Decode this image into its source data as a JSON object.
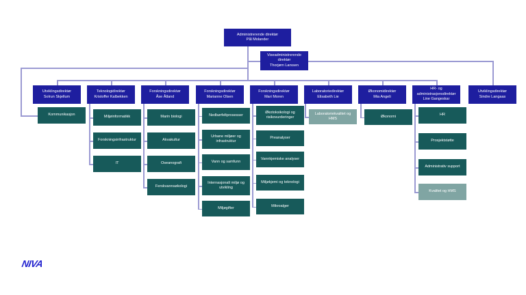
{
  "logo": {
    "text": "NIVA",
    "color": "#2323cf"
  },
  "colors": {
    "node_navy": "#1e1e9f",
    "node_teal": "#175a5a",
    "node_sage": "#80a5a3",
    "connector": "#9a99d2",
    "background": "#ffffff"
  },
  "org": {
    "ceo": {
      "title": "Administrerende direktør",
      "name": "Pål Molander"
    },
    "deputy": {
      "title": "Viseadministrerende direktør",
      "name": "Thorjørn Larssen"
    },
    "directors": [
      {
        "title": "Utviklingsdirektør",
        "name": "Solrun Skjellum"
      },
      {
        "title": "Teknologidirektør",
        "name": "Kristoffer Kalbekken"
      },
      {
        "title": "Forskningsdirektør",
        "name": "Åse Åtland"
      },
      {
        "title": "Forskningsdirektør",
        "name": "Marianne Olsen"
      },
      {
        "title": "Forskningsdirektør",
        "name": "Mari Moren"
      },
      {
        "title": "Laboratoriedirektør",
        "name": "Elisabeth Lie"
      },
      {
        "title": "Økonomidirektør",
        "name": "Mia Angeli"
      },
      {
        "title": "HR- og administrasjonsdirektør",
        "name": "Line Gangeskar"
      },
      {
        "title": "Utviklingsdirektør",
        "name": "Sindre Langaas"
      }
    ],
    "departments": [
      [
        "Kommunikasjon"
      ],
      [
        "Miljøinformatikk",
        "Forskningsinfrastruktur",
        "IT"
      ],
      [
        "Marin biologi",
        "Akvakultur",
        "Oseanografi",
        "Ferskvannsøkologi"
      ],
      [
        "Nedbørfeltprosesser",
        "Urbane miljøer og infrastruktur",
        "Vann og samfunn",
        "Internasjonalt miljø og utvikling",
        "Miljøgifter"
      ],
      [
        "Økotoksikologi og risikovurderinger",
        "Preanalyser",
        "Vannkjemiske analyser",
        "Miljøkjemi og teknologi",
        "Mikroalger"
      ],
      [
        "Laboratoriekvalitet og HMS"
      ],
      [
        "Økonomi"
      ],
      [
        "HR",
        "Prosjektstøtte",
        "Administrativ support",
        "Kvalitet og HMS"
      ],
      []
    ]
  }
}
